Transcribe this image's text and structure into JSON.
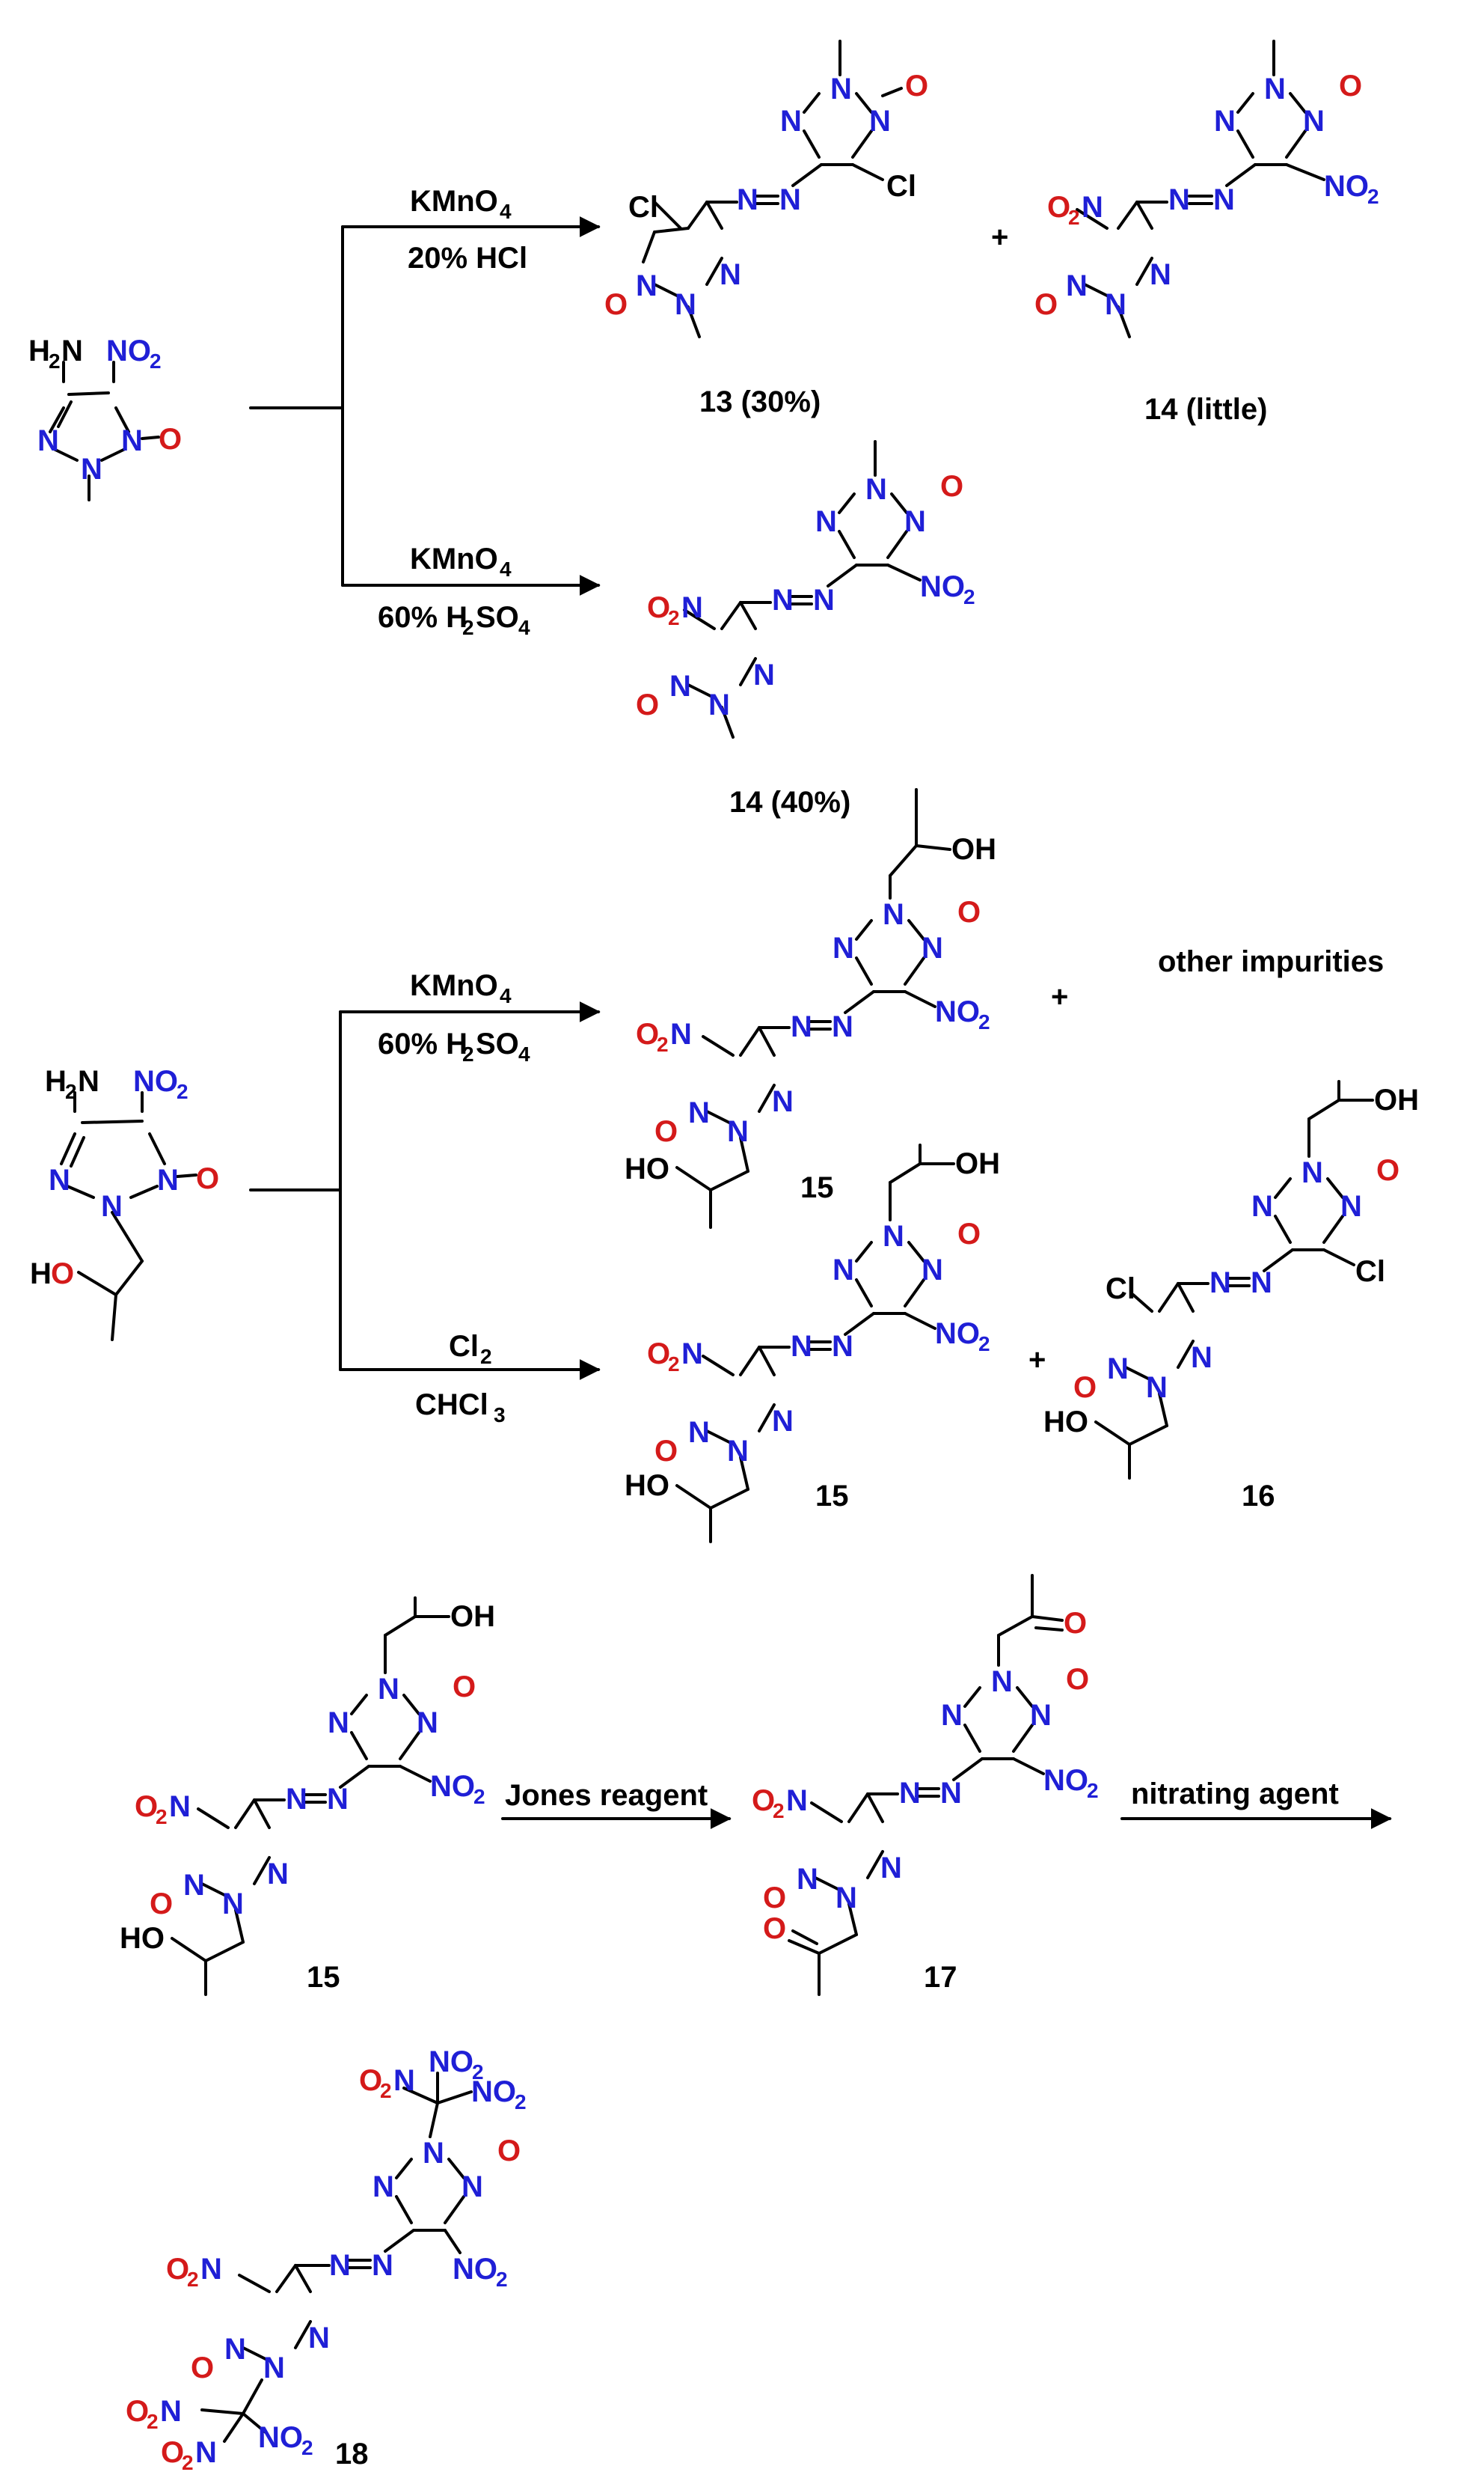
{
  "colors": {
    "nitrogen": "#1f1fd6",
    "oxygen": "#d41a1a",
    "carbon": "#000000"
  },
  "reagents": {
    "r1": {
      "name": "KMnO",
      "sub": "4",
      "cond": "20% HCl"
    },
    "r2": {
      "name": "KMnO",
      "sub": "4",
      "cond_pre": "60% H",
      "cond_sub1": "2",
      "cond_mid": "SO",
      "cond_sub2": "4"
    },
    "r3": {
      "name": "KMnO",
      "sub": "4",
      "cond_pre": "60% H",
      "cond_sub1": "2",
      "cond_mid": "SO",
      "cond_sub2": "4"
    },
    "r4": {
      "name": "Cl",
      "sub": "2",
      "cond_pre": "CHCl",
      "cond_sub": "3"
    },
    "r5": {
      "name": "Jones reagent"
    },
    "r6": {
      "name": "nitrating agent"
    }
  },
  "compounds": {
    "c13": "13 (30%)",
    "c14a": "14  (little)",
    "c14b": "14 (40%)",
    "c15a": "15",
    "c15b": "15",
    "c16": "16",
    "c15c": "15",
    "c17": "17",
    "c18": "18"
  },
  "misc": {
    "plus": "+",
    "other": "other impurities"
  },
  "atoms": {
    "N": "N",
    "O": "O",
    "Cl": "Cl",
    "H": "H",
    "OH": "OH",
    "HO": "HO",
    "NO": "NO",
    "two": "2",
    "O2N_O": "O",
    "O2N_N": "N",
    "minus_O": "O",
    "H2N_H": "H",
    "H2N_N": "N"
  }
}
